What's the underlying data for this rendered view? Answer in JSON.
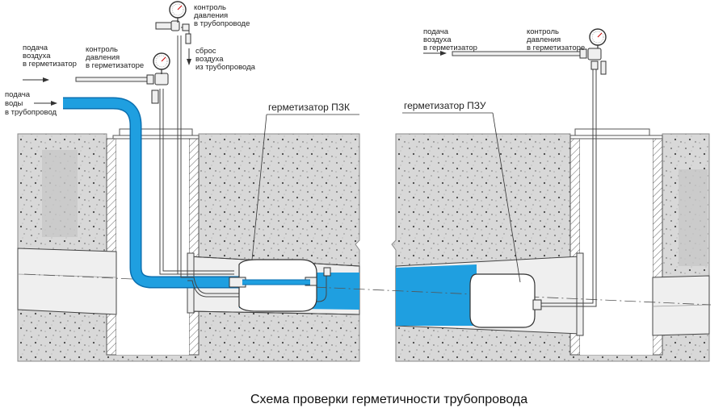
{
  "labels": {
    "air_supply_left": [
      "подача",
      "воздуха",
      "в герметизатор"
    ],
    "pressure_control_sealer_left": [
      "контроль",
      "давления",
      "в герметизаторе"
    ],
    "water_supply": [
      "подача",
      "воды",
      "в трубопровод"
    ],
    "pipe_pressure_control": [
      "контроль",
      "давления",
      "в трубопроводе"
    ],
    "air_release": [
      "сброс",
      "воздуха",
      "из трубопровода"
    ],
    "sealer_pzk": "герметизатор ПЗК",
    "sealer_pzu": "герметизатор ПЗУ",
    "air_supply_right": [
      "подача",
      "воздуха",
      "в герметизатор"
    ],
    "pressure_control_sealer_right": [
      "контроль",
      "давления",
      "в герметизаторе"
    ]
  },
  "caption": "Схема проверки герметичности трубопровода",
  "colors": {
    "water": "#1f9fe0",
    "water_edge": "#0a6fb0",
    "soil": "#d8d8d8",
    "soil_edge": "#8a8a8a",
    "pipe": "#efefef",
    "line": "#333333"
  }
}
